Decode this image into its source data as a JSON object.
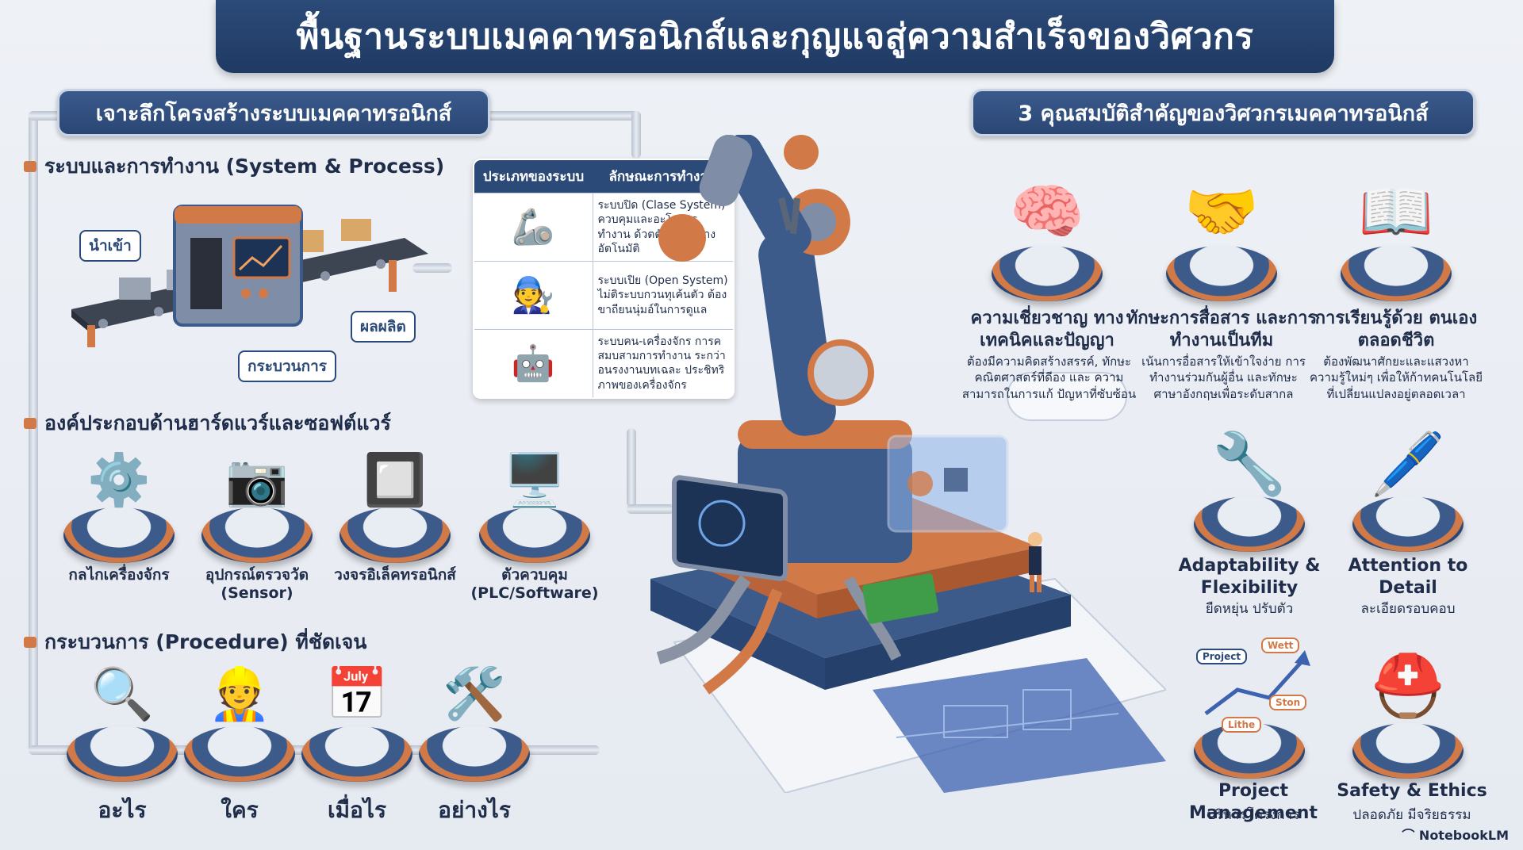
{
  "title": "พื้นฐานระบบเมคคาทรอนิกส์และกุญแจสู่ความสำเร็จของวิศวกร",
  "left_section": {
    "header": "เจาะลึกโครงสร้างระบบเมคคาทรอนิกส์",
    "system": {
      "heading": "ระบบและการทำงาน (System & Process)",
      "input_label": "นำเข้า",
      "output_label": "ผลผลิต",
      "process_label": "กระบวนการ"
    },
    "table": {
      "col1": "ประเภทของระบบ",
      "col2": "ลักษณะการทำงาน",
      "rows": [
        {
          "icon": "closed-loop-robot-icon",
          "text": "ระบบปิด (Clase System) ควบคุมและอะโอการทำงาน ด้วตตัวเออองย่างอัตโนมัติ"
        },
        {
          "icon": "operator-panel-icon",
          "text": "ระบบเปิย (Open System) ไม่ติระบบกวนทุเค้นตัว ต้องขาถียนนุ่มอ์ในการดูแล"
        },
        {
          "icon": "human-robot-icon",
          "text": "ระบบคน-เครื่องจักร การคสมบสามการทำงาน ระกว่าอนรงงานบทเฉละ ประชิทริภาพของเครื่องจักร"
        }
      ]
    },
    "hardware": {
      "heading": "องค์ประกอบด้านฮาร์ดแวร์และซอฟต์แวร์",
      "items": [
        {
          "icon": "gears-icon",
          "label": "กลไกเครื่องจักร"
        },
        {
          "icon": "sensor-icon",
          "label": "อุปกรณ์ตรวจวัด (Sensor)"
        },
        {
          "icon": "circuit-board-icon",
          "label": "วงจรอิเล็คทรอนิกส์"
        },
        {
          "icon": "plc-icon",
          "label": "ตัวควบคุม (PLC/Software)"
        }
      ]
    },
    "procedure": {
      "heading": "กระบวนการ (Procedure) ที่ชัดเจน",
      "items": [
        {
          "icon": "question-magnifier-icon",
          "label": "อะไร"
        },
        {
          "icon": "worker-icon",
          "label": "ใคร"
        },
        {
          "icon": "calendar-clock-icon",
          "label": "เมื่อไร"
        },
        {
          "icon": "tools-blueprint-icon",
          "label": "อย่างไร"
        }
      ]
    }
  },
  "right_section": {
    "header": "3 คุณสมบัติสำคัญของวิศวกรเมคคาทรอนิกส์",
    "qualities": [
      {
        "icon": "brain-gear-icon",
        "title": "ความเชี่ยวชาญ ทางเทคนิคและปัญญา",
        "desc": "ต้องมีความคิดสร้างสรรค์, ทักษะคณิตศาสตร์ที่ดีอง และ ความสามารถในการแก้ ปัญหาที่ซับซ้อน"
      },
      {
        "icon": "communication-icon",
        "title": "ทักษะการสื่อสาร และการทำงานเป็นทีม",
        "desc": "เน้นการอื่อสารให้เข้าใจง่าย การทำงานร่วมกันผู้อื่น และทักษะ ศาษาอังกฤษเพื่อระดับสากล"
      },
      {
        "icon": "book-growth-icon",
        "title": "การเรียนรู้ด้วย ตนเองตลอดชีวิต",
        "desc": "ต้องพัฒนาศักยะและแสวงหา ความรู้ใหม่ๆ เพื่อให้ก้าทคนโนโลยี ที่เปลี่ยนแปลงอยู่ตลอดเวลา"
      }
    ],
    "extras": [
      {
        "icon": "multitool-icon",
        "title": "Adaptability & Flexibility",
        "sub": "ยืดหยุ่น ปรับตัว"
      },
      {
        "icon": "pen-precision-icon",
        "title": "Attention to Detail",
        "sub": "ละเอียดรอบคอบ"
      },
      {
        "icon": "project-chart-icon",
        "title": "Project Management",
        "sub": "บริหารโครงการ"
      },
      {
        "icon": "helmet-shield-icon",
        "title": "Safety & Ethics",
        "sub": "ปลอดภัย มีจริยธรรม"
      }
    ],
    "chart_tags": {
      "project": "Project",
      "mid": "Lithe",
      "end": "Wett",
      "low": "Ston"
    }
  },
  "brand": "NotebookLM",
  "colors": {
    "navy": "#2c4a78",
    "copper": "#d17a48",
    "bg": "#eef1f6"
  }
}
